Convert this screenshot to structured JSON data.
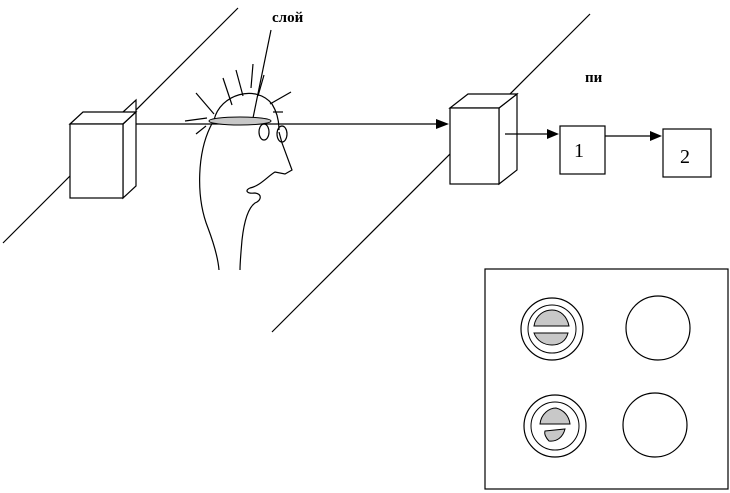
{
  "labels": {
    "layer": "слой",
    "pi": "пи",
    "box1": "1",
    "box2": "2"
  },
  "colors": {
    "stroke": "#000000",
    "fill_gray": "#c8c8c8",
    "background": "#ffffff"
  }
}
